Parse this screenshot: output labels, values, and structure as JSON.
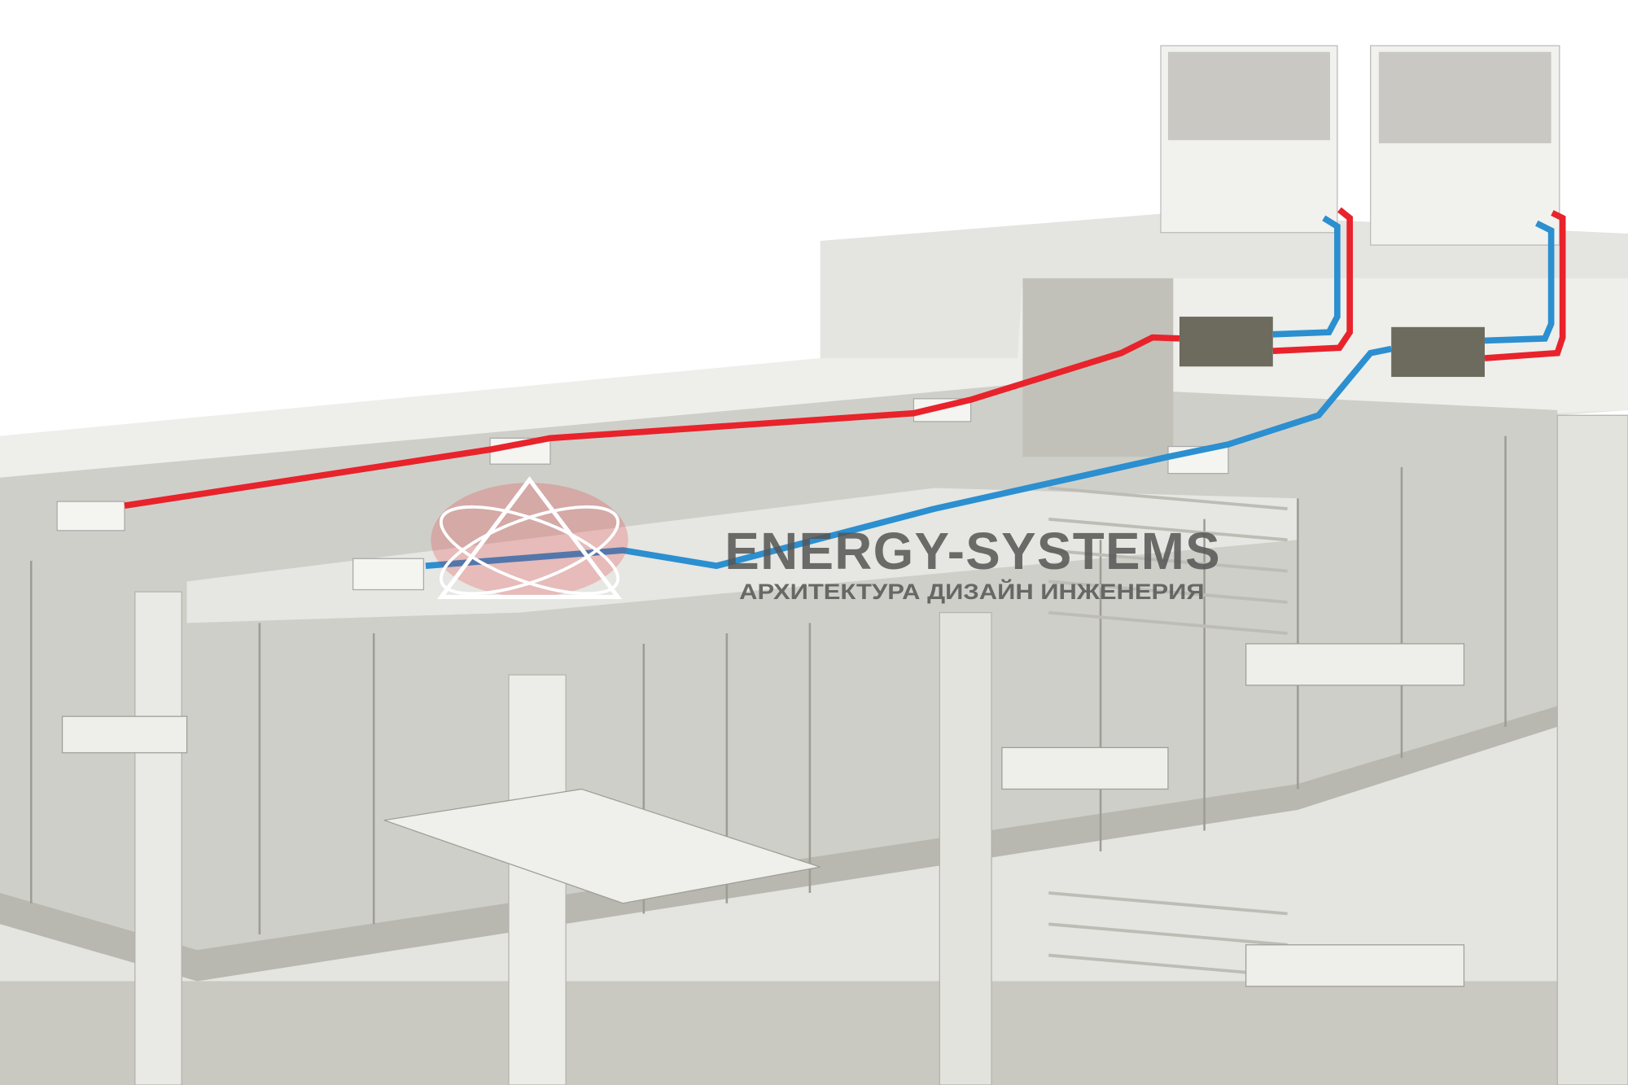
{
  "illustration": {
    "subject": "building-hvac-vrf-cutaway",
    "colors": {
      "supply_pipe": "#e8232b",
      "return_pipe": "#2b8fd0",
      "building": "#d9d9d4",
      "shadow": "#a8a79f",
      "branch_box": "#6d6a5e"
    }
  },
  "watermark": {
    "title": "ENERGY-SYSTEMS",
    "subtitle": "АРХИТЕКТУРА ДИЗАЙН ИНЖЕНЕРИЯ"
  }
}
